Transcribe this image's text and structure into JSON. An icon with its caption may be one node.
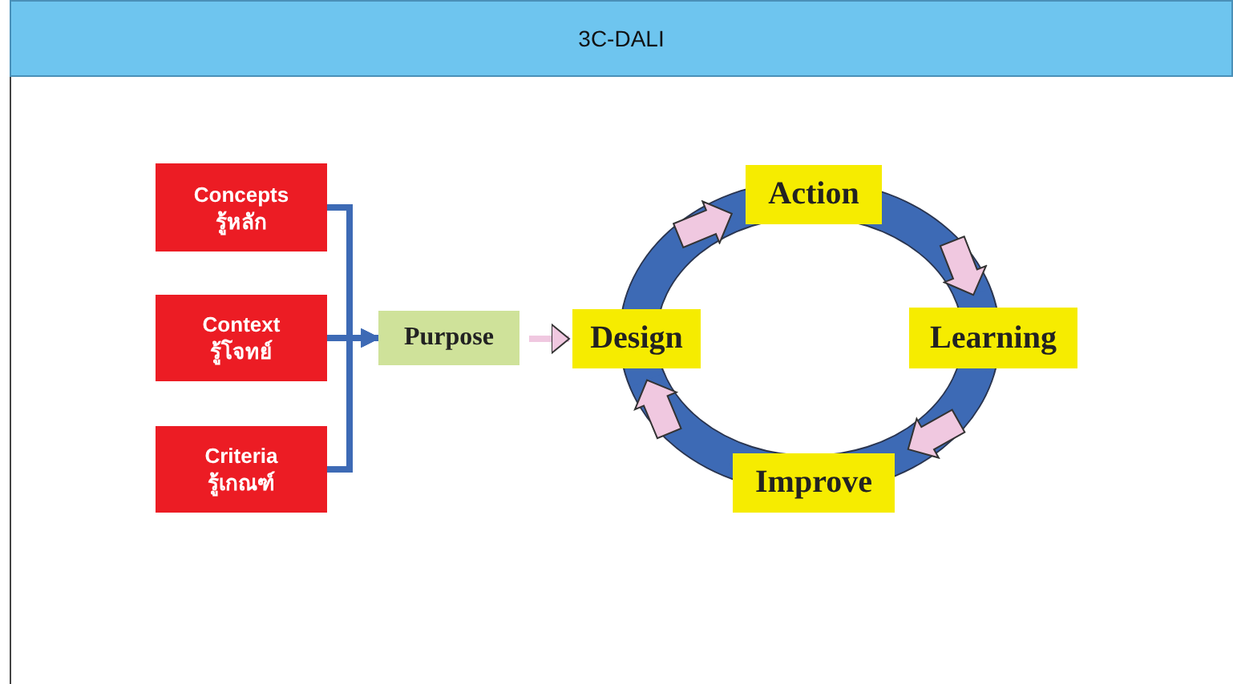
{
  "diagram": {
    "title": "3C-DALI",
    "nodes": [
      {
        "text": [
          "Concepts",
          "รู้หลัก"
        ]
      },
      {
        "text": [
          "Context",
          "รู้โจทย์"
        ]
      },
      {
        "text": [
          "Criteria",
          "รู้เกณฑ์"
        ]
      },
      {
        "text": [
          "Purpose"
        ]
      },
      {
        "text": [
          "Design"
        ]
      },
      {
        "text": [
          "Action"
        ]
      },
      {
        "text": [
          "Learning"
        ]
      },
      {
        "text": [
          "Improve"
        ]
      }
    ],
    "edges": [
      {
        "from": 0,
        "to": 3,
        "arrow": "to"
      },
      {
        "from": 1,
        "to": 3,
        "arrow": "to"
      },
      {
        "from": 2,
        "to": 3,
        "arrow": "to"
      },
      {
        "from": 3,
        "to": 4,
        "arrow": "to",
        "color": "#f0c8e0"
      },
      {
        "from": 4,
        "to": 5,
        "arrow": "to",
        "style": "thick"
      },
      {
        "from": 5,
        "to": 6,
        "arrow": "to",
        "style": "thick"
      },
      {
        "from": 6,
        "to": 7,
        "arrow": "to",
        "style": "thick"
      },
      {
        "from": 7,
        "to": 4,
        "arrow": "to",
        "style": "thick"
      }
    ]
  }
}
